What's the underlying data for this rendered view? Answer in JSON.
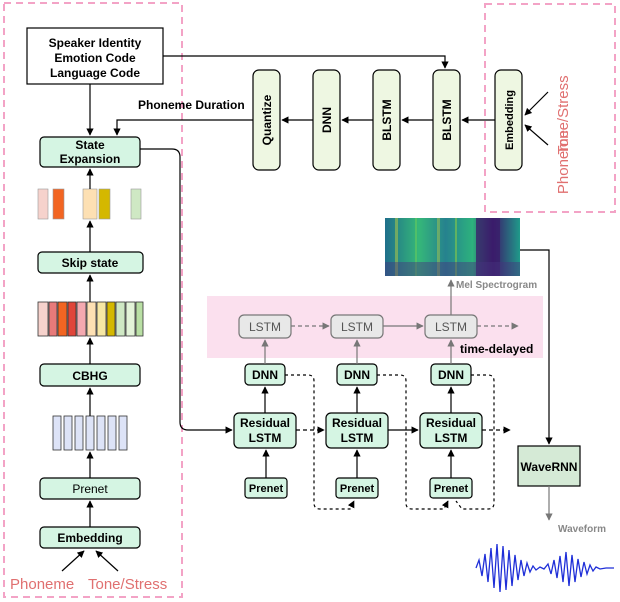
{
  "encoder": {
    "speaker_info": [
      "Speaker Identity",
      "Emotion Code",
      "Language Code"
    ],
    "state_expansion": [
      "State",
      "Expansion"
    ],
    "skip_state": "Skip state",
    "cbhg": "CBHG",
    "prenet": "Prenet",
    "embedding": "Embedding",
    "input_phoneme": "Phoneme",
    "input_tone": "Tone/Stress"
  },
  "duration_model": {
    "phoneme_duration": "Phoneme Duration",
    "quantize": "Quantize",
    "dnn": "DNN",
    "blstm_1": "BLSTM",
    "blstm_2": "BLSTM",
    "embedding": "Embedding",
    "input_tone": "Tone/Stress",
    "input_phoneme": "Phoneme"
  },
  "decoder": {
    "mel_spectrogram": "Mel Spectrogram",
    "lstm_1": "LSTM",
    "lstm_2": "LSTM",
    "lstm_3": "LSTM",
    "time_delayed": "time-delayed",
    "dnn_1": "DNN",
    "dnn_2": "DNN",
    "dnn_3": "DNN",
    "residual_1": [
      "Residual",
      "LSTM"
    ],
    "residual_2": [
      "Residual",
      "LSTM"
    ],
    "residual_3": [
      "Residual",
      "LSTM"
    ],
    "prenet_1": "Prenet",
    "prenet_2": "Prenet",
    "prenet_3": "Prenet"
  },
  "vocoder": {
    "wavernn": "WaveRNN",
    "waveform": "Waveform"
  },
  "colors": {
    "dashed_border": "#f3a3c6",
    "label_red": "#e07070",
    "box_green": "#d5f5e3",
    "box_green_light": "#eef7e2",
    "lstm_gray": "#e8e8e8",
    "pink_band": "#fbe0ee",
    "waveform_blue": "#1f2fd8"
  }
}
